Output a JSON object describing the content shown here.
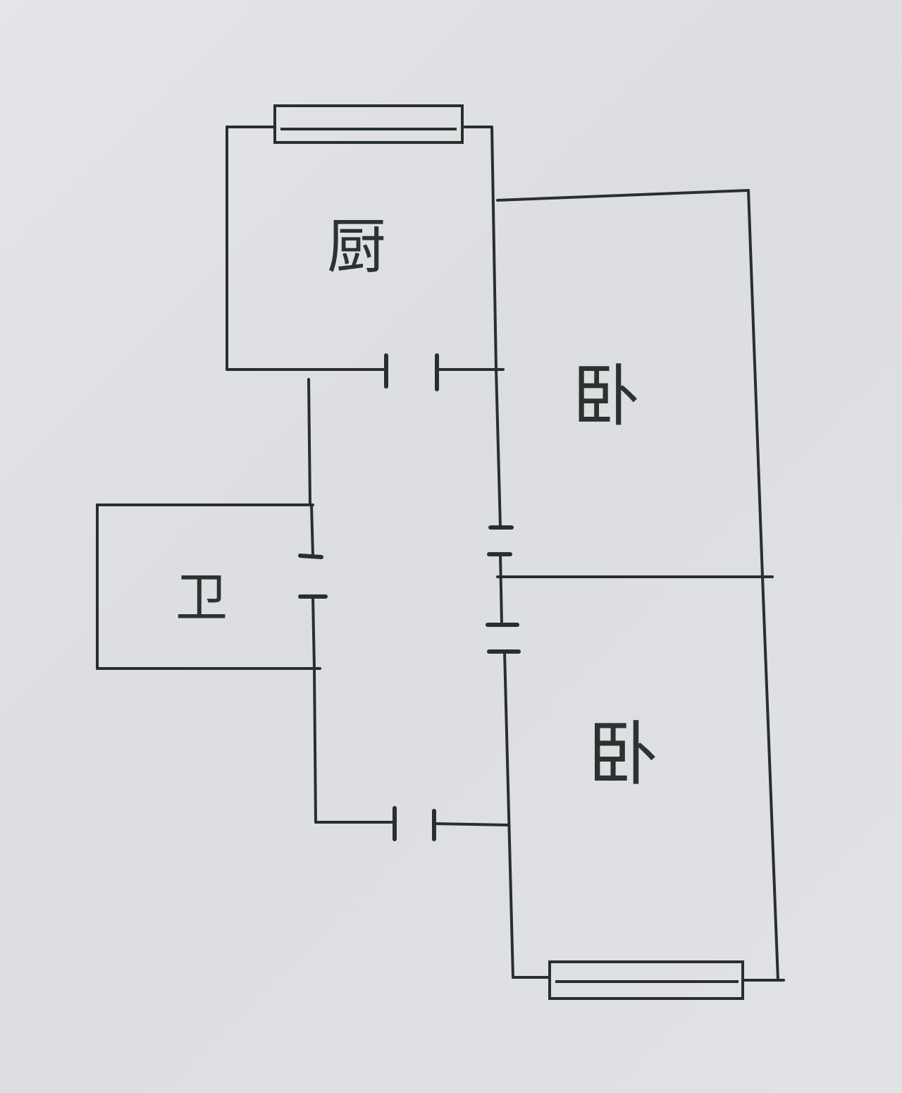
{
  "floor_plan": {
    "rooms": [
      {
        "id": "kitchen",
        "label": "厨"
      },
      {
        "id": "bedroom_upper",
        "label": "卧"
      },
      {
        "id": "bathroom",
        "label": "卫"
      },
      {
        "id": "bedroom_lower",
        "label": "卧"
      }
    ]
  }
}
